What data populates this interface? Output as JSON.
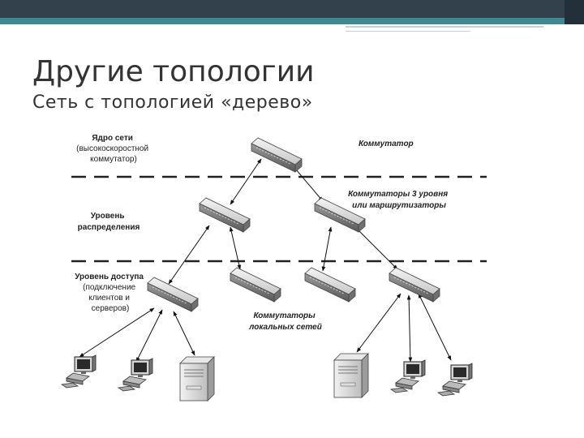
{
  "slide": {
    "title": "Другие топологии",
    "subtitle": "Сеть с топологией «дерево»"
  },
  "diagram": {
    "levels": {
      "core": [
        "Ядро сети",
        "(высокоскоростной",
        "коммутатор)"
      ],
      "distribution": [
        "Уровень",
        "распределения"
      ],
      "access": [
        "Уровень доступа",
        "(подключение",
        "клиентов и",
        "серверов)"
      ]
    },
    "annotations": {
      "switch": "Коммутатор",
      "layer3": [
        "Коммутаторы 3 уровня",
        "или маршрутизаторы"
      ],
      "lan": [
        "Коммутаторы",
        "локальных сетей"
      ]
    }
  }
}
